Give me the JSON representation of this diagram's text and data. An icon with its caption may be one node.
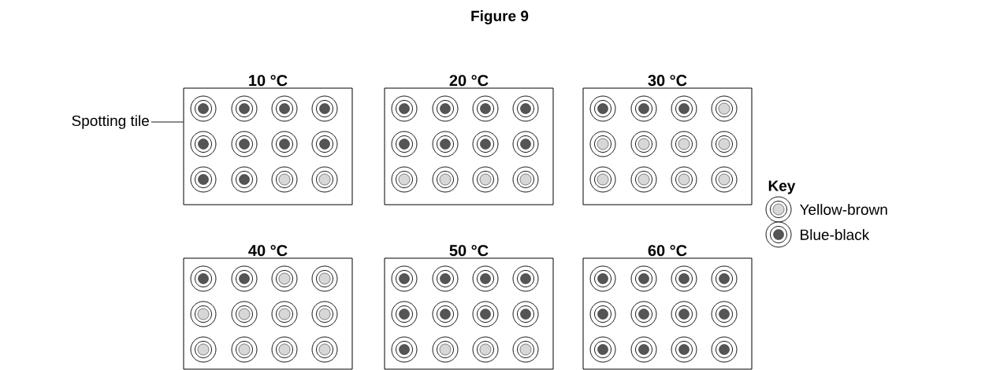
{
  "diagram": {
    "title": "Figure 9",
    "nodes": [
      {
        "text": [
          "10 °C"
        ]
      },
      {
        "text": [
          "20 °C"
        ]
      },
      {
        "text": [
          "30 °C"
        ]
      },
      {
        "text": [
          "40 °C"
        ]
      },
      {
        "text": [
          "50 °C"
        ]
      },
      {
        "text": [
          "60 °C"
        ]
      },
      {
        "text": [
          "Spotting tile"
        ]
      }
    ],
    "edges": [
      {
        "from": 6,
        "to": 0,
        "arrow": "none"
      }
    ],
    "labels": [
      "Key"
    ],
    "legend": [
      {
        "text": "Yellow-brown"
      },
      {
        "text": "Blue-black"
      }
    ]
  }
}
